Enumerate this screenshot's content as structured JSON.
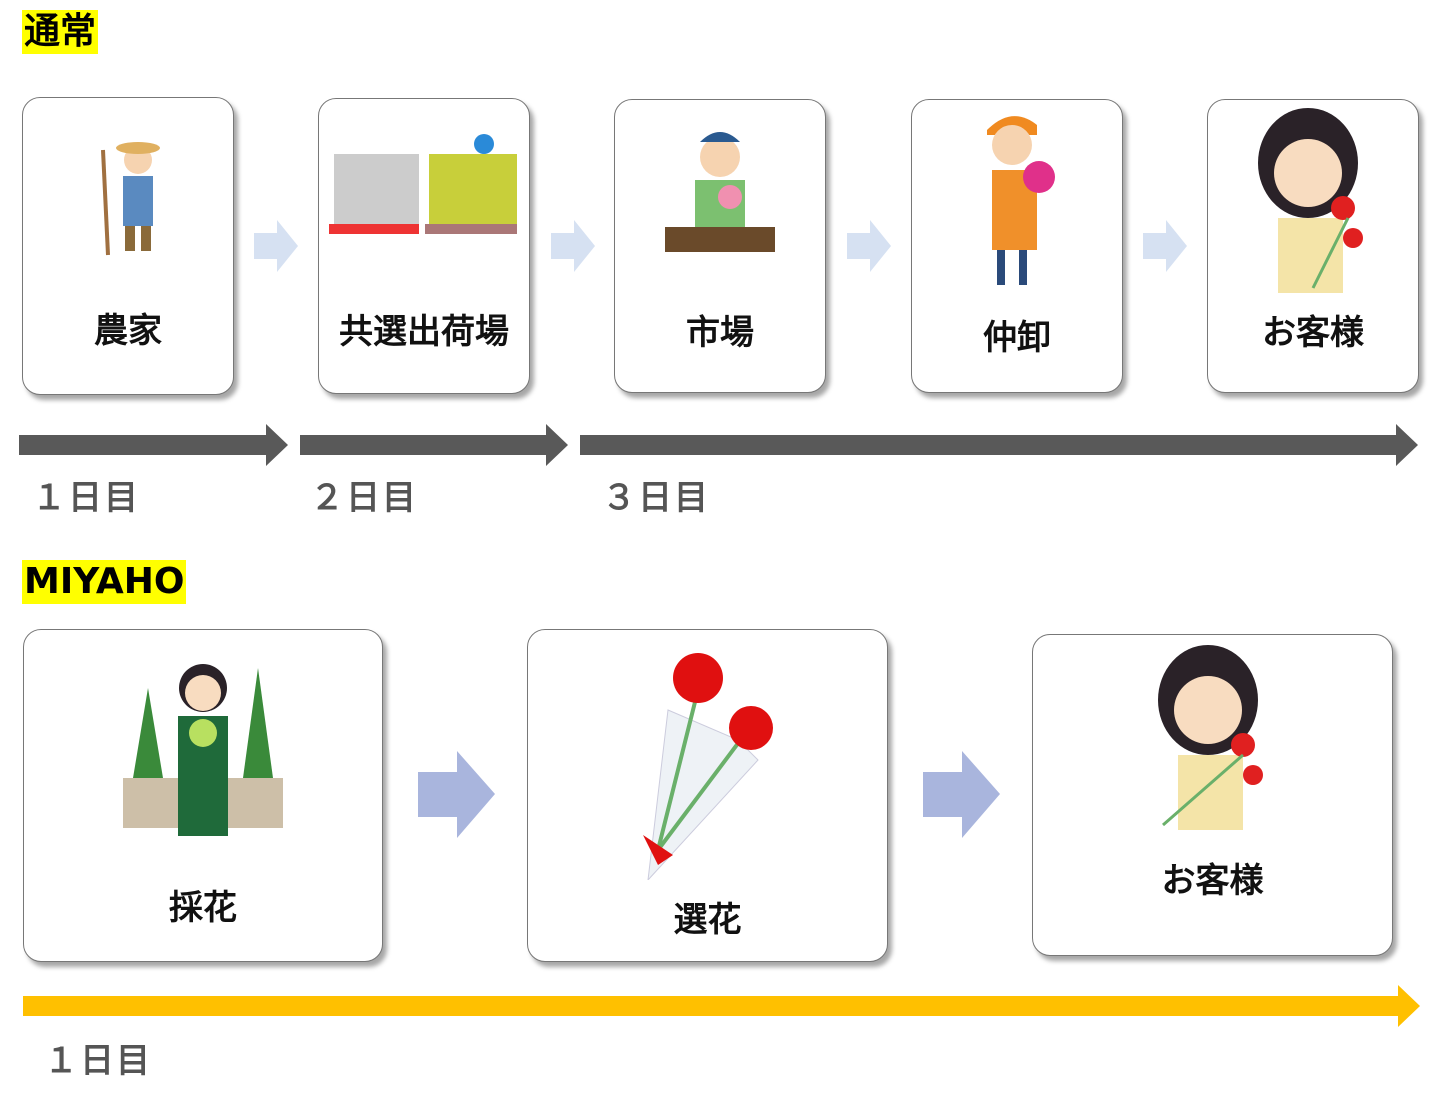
{
  "normal": {
    "title": "通常",
    "steps": [
      "農家",
      "共選出荷場",
      "市場",
      "仲卸",
      "お客様"
    ],
    "days": [
      "１日目",
      "２日目",
      "３日目"
    ]
  },
  "miyaho": {
    "title": "MIYAHO",
    "steps": [
      "採花",
      "選花",
      "お客様"
    ],
    "days": [
      "１日目"
    ]
  },
  "colors": {
    "highlight": "#ffff00",
    "gray_arrow": "#595959",
    "yellow_arrow": "#ffc000",
    "small_arrow": "#d6e1f2",
    "big_arrow": "#a9b5dd"
  }
}
